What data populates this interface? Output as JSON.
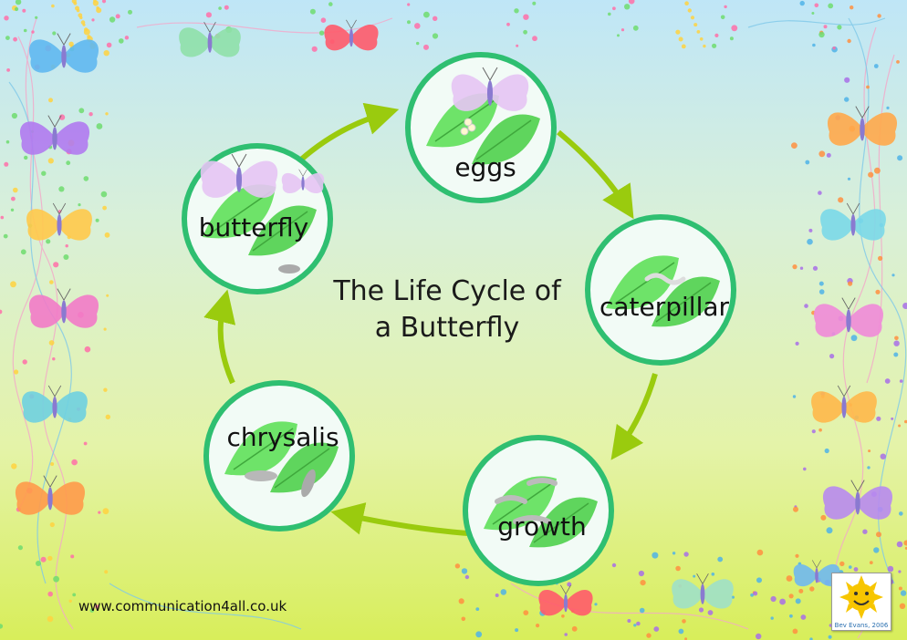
{
  "title": {
    "line1": "The Life Cycle of",
    "line2": "a Butterfly"
  },
  "stages": [
    {
      "key": "eggs",
      "label": "eggs"
    },
    {
      "key": "caterpillar",
      "label": "caterpillar"
    },
    {
      "key": "growth",
      "label": "growth"
    },
    {
      "key": "chrysalis",
      "label": "chrysalis"
    },
    {
      "key": "butterfly",
      "label": "butterfly"
    }
  ],
  "footer": {
    "website": "www.communication4all.co.uk"
  },
  "logo": {
    "caption": "Bev Evans, 2006",
    "icon": "sun-smiley-icon"
  },
  "colors": {
    "ring": "#2fbf71",
    "arrow": "#9acb0e",
    "leaf": "#5fe05a",
    "butterfly": "#d8a8f0"
  }
}
